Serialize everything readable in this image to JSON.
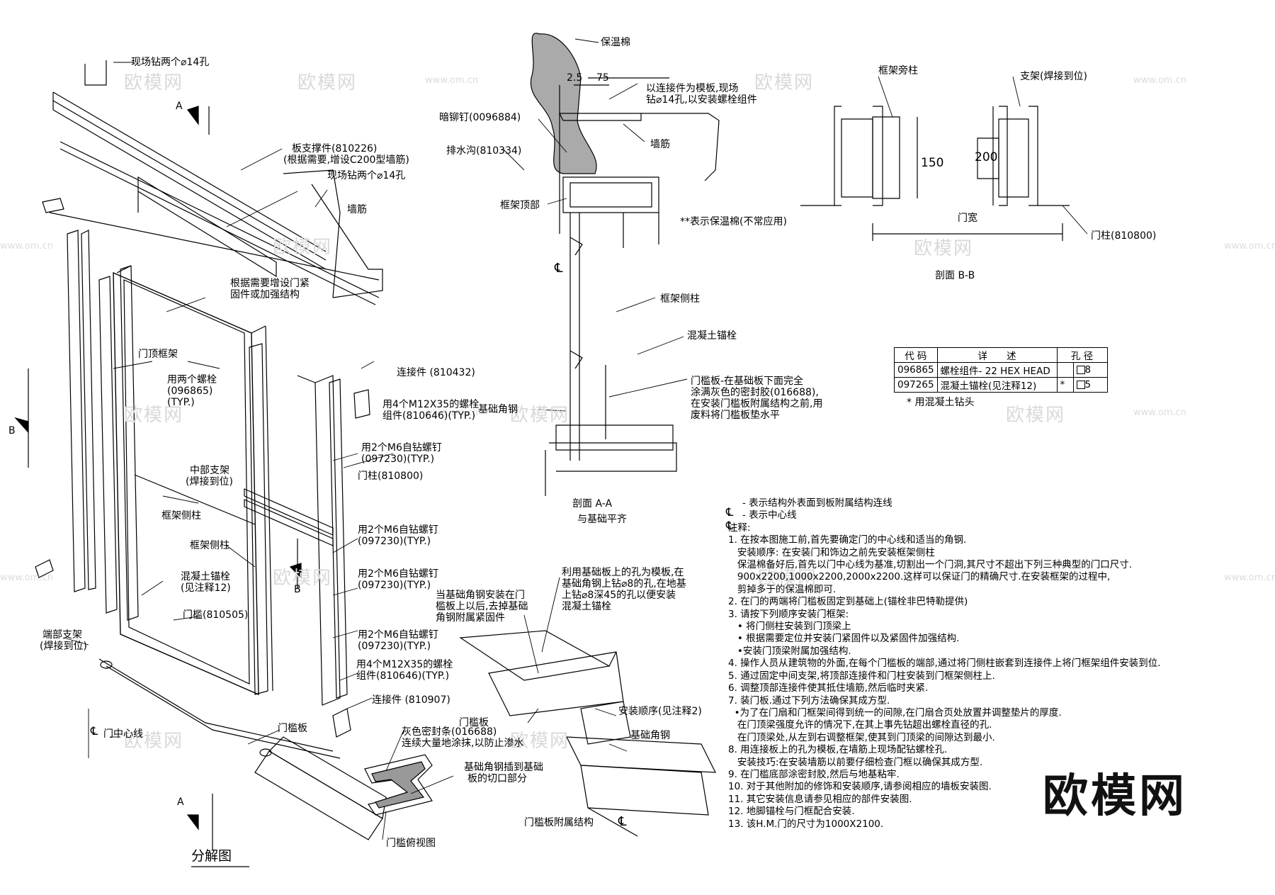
{
  "watermarks": {
    "brand": "欧模网",
    "url": "www.om.cn"
  },
  "exploded": {
    "title": "分解图",
    "labels": {
      "drill_top": "现场钻两个⌀14孔",
      "section_a_top": "A",
      "plate_support": "板支撑件(810226)",
      "plate_support_note": "(根据需要,增设C200型墙筋)",
      "drill_mid": "现场钻两个⌀14孔",
      "wall_rib": "墙筋",
      "door_fastener_1": "根据需要增设门紧",
      "door_fastener_2": "固件或加强结构",
      "door_top_frame": "门顶框架",
      "bolt_two_1": "用两个螺栓",
      "bolt_two_2": "(096865)",
      "bolt_two_3": "(TYP.)",
      "connector_810432": "连接件 (810432)",
      "m12_a1": "用4个M12X35的螺栓",
      "m12_a2": "组件(810646)(TYP.)",
      "m6_a1": "用2个M6自钻螺钉",
      "m6_a2": "(097230)(TYP.)",
      "door_post": "门柱(810800)",
      "mid_bracket_1": "中部支架",
      "mid_bracket_2": "(焊接到位)",
      "section_b_left": "B",
      "frame_side_post_a": "框架侧柱",
      "frame_side_post_b": "框架侧柱",
      "m6_b1": "用2个M6自钻螺钉",
      "m6_b2": "(097230)(TYP.)",
      "anchor_1": "混凝土锚栓",
      "anchor_2": "(见注释12)",
      "m6_c1": "用2个M6自钻螺钉",
      "m6_c2": "(097230)(TYP.)",
      "section_b_right": "B",
      "door_sill": "门槛(810505)",
      "end_bracket_1": "端部支架",
      "end_bracket_2": "(焊接到位)",
      "m6_d1": "用2个M6自钻螺钉",
      "m6_d2": "(097230)(TYP.)",
      "m12_b1": "用4个M12X35的螺栓",
      "m12_b2": "组件(810646)(TYP.)",
      "connector_810907": "连接件 (810907)",
      "door_centerline": "门中心线",
      "threshold_plate": "门槛板",
      "section_a_bottom": "A"
    }
  },
  "section_aa": {
    "title": "剖面 A-A",
    "subtitle": "与基础平齐",
    "labels": {
      "insulation": "保温棉",
      "dim_1": "2.5",
      "dim_2": "75",
      "template_1": "以连接件为模板,现场",
      "template_2": "钻⌀14孔,以安装螺栓组件",
      "rivet": "暗铆钉(0096884)",
      "drain": "排水沟(810334)",
      "wall_rib": "墙筋",
      "frame_top": "框架顶部",
      "insulation_note": "**表示保温棉(不常应用)",
      "frame_side_post": "框架侧柱",
      "concrete_anchor": "混凝土锚栓",
      "sill_1": "门槛板-在基础板下面完全",
      "sill_2": "涂满灰色的密封胶(016688),",
      "sill_3": "在安装门槛板附属结构之前,用",
      "sill_4": "废料将门槛板垫水平",
      "base_angle": "基础角钢"
    }
  },
  "section_bb": {
    "title": "剖面 B-B",
    "labels": {
      "frame_post": "框架旁柱",
      "bracket": "支架(焊接到位)",
      "dim_150": "150",
      "dim_200": "200",
      "door_width": "门宽",
      "door_post": "门柱(810800)"
    }
  },
  "parts_table": {
    "headers": [
      "代 码",
      "详　　述",
      "孔 径"
    ],
    "rows": [
      {
        "code": "096865",
        "desc": "螺栓组件- 22 HEX HEAD",
        "mark": "",
        "hole": "8"
      },
      {
        "code": "097265",
        "desc": "混凝土锚栓(见注释12)",
        "mark": "*",
        "hole": "5"
      }
    ],
    "footnote": "* 用混凝土钻头"
  },
  "threshold_detail": {
    "title": "门槛板附属结构",
    "labels": {
      "use_holes_1": "利用基础板上的孔为模板,在",
      "use_holes_2": "基础角钢上钻⌀8的孔,在地基",
      "use_holes_3": "上钻⌀8深45的孔以便安装",
      "use_holes_4": "混凝土锚栓",
      "after_1": "当基础角钢安装在门",
      "after_2": "槛板上以后,去掉基础",
      "after_3": "角钢附属紧固件",
      "install_order": "安装顺序(见注释2)",
      "sill_plate": "门槛板",
      "base_angle": "基础角钢",
      "seal_1": "灰色密封条(016688)",
      "seal_2": "连续大量地涂抹,以防止渗水",
      "insert_1": "基础角钢插到基础",
      "insert_2": "板的切口部分",
      "topview": "门槛俯视图"
    }
  },
  "notes": {
    "legend_1": "- 表示结构外表面到板附属结构连线",
    "legend_2": "- 表示中心线",
    "heading": "注释:",
    "lines": [
      "1. 在按本图施工前,首先要确定门的中心线和适当的角钢.",
      "   安装顺序: 在安装门和饰边之前先安装框架侧柱",
      "   保温棉备好后,首先以门中心线为基准,切割出一个门洞,其尺寸不超出下列三种典型的门口尺寸.",
      "   900x2200,1000x2200,2000x2200.这样可以保证门的精确尺寸.在安装框架的过程中,",
      "   剪掉多于的保温棉即可.",
      "2. 在门的两端将门槛板固定到基础上(锚栓非巴特勒提供)",
      "3. 请按下列顺序安装门框架:",
      "   • 将门侧柱安装到门顶梁上",
      "   • 根据需要定位并安装门紧固件以及紧固件加强结构.",
      "   •安装门顶梁附属加强结构.",
      "4. 操作人员从建筑物的外面,在每个门槛板的端部,通过将门侧柱嵌套到连接件上将门框架组件安装到位.",
      "5. 通过固定中间支架,将顶部连接件和门柱安装到门框架侧柱上.",
      "6. 调整顶部连接件使其抵住墙筋,然后临时夹紧.",
      "7. 装门板.通过下列方法确保其成方型.",
      "  •为了在门扇和门框架间得到统一的间隙,在门扇合页处放置并调整垫片的厚度.",
      "   在门顶梁强度允许的情况下,在其上事先钻超出螺栓直径的孔.",
      "   在门顶梁处,从左到右调整框架,使其到门顶梁的间隙达到最小.",
      "8. 用连接板上的孔为模板,在墙筋上现场配钻螺栓孔.",
      "   安装技巧:在安装墙筋以前要仔细检查门框以确保其成方型.",
      "9. 在门槛底部涂密封胶,然后与地基粘牢.",
      "10. 对于其他附加的修饰和安装顺序,请参阅相应的墙板安装图.",
      "11. 其它安装信息请参见相应的部件安装图.",
      "12. 地脚锚栓与门框配合安装.",
      "13. 该H.M.门的尺寸为1000X2100."
    ]
  }
}
